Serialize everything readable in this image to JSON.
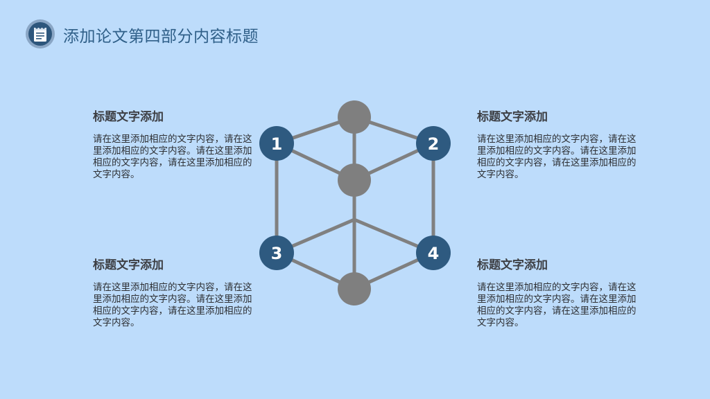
{
  "header": {
    "title": "添加论文第四部分内容标题",
    "icon": "notepad-icon"
  },
  "colors": {
    "background": "#bddcfb",
    "title": "#2f5f88",
    "node_numbered": "#2e5a80",
    "node_gray": "#7f7f7f",
    "edge": "#808080"
  },
  "blocks": [
    {
      "title": "标题文字添加",
      "body": "请在这里添加相应的文字内容，请在这里添加相应的文字内容。请在这里添加相应的文字内容，请在这里添加相应的文字内容。"
    },
    {
      "title": "标题文字添加",
      "body": "请在这里添加相应的文字内容，请在这里添加相应的文字内容。请在这里添加相应的文字内容，请在这里添加相应的文字内容。"
    },
    {
      "title": "标题文字添加",
      "body": "请在这里添加相应的文字内容，请在这里添加相应的文字内容。请在这里添加相应的文字内容，请在这里添加相应的文字内容。"
    },
    {
      "title": "标题文字添加",
      "body": "请在这里添加相应的文字内容，请在这里添加相应的文字内容。请在这里添加相应的文字内容，请在这里添加相应的文字内容。"
    }
  ],
  "diagram": {
    "nodes": [
      "1",
      "2",
      "3",
      "4"
    ]
  }
}
